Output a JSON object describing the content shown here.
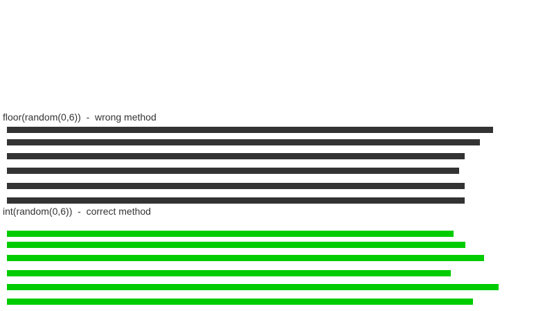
{
  "chart_data": [
    {
      "type": "bar",
      "orientation": "horizontal",
      "title": "floor(random(0,6))  -  wrong method",
      "color": "#333333",
      "values": [
        702,
        683,
        661,
        653,
        661,
        661
      ],
      "axes_shown": false,
      "grid": false
    },
    {
      "type": "bar",
      "orientation": "horizontal",
      "title": "int(random(0,6))  -  correct method",
      "color": "#00cc00",
      "values": [
        645,
        662,
        689,
        641,
        710,
        673
      ],
      "axes_shown": false,
      "grid": false
    }
  ]
}
